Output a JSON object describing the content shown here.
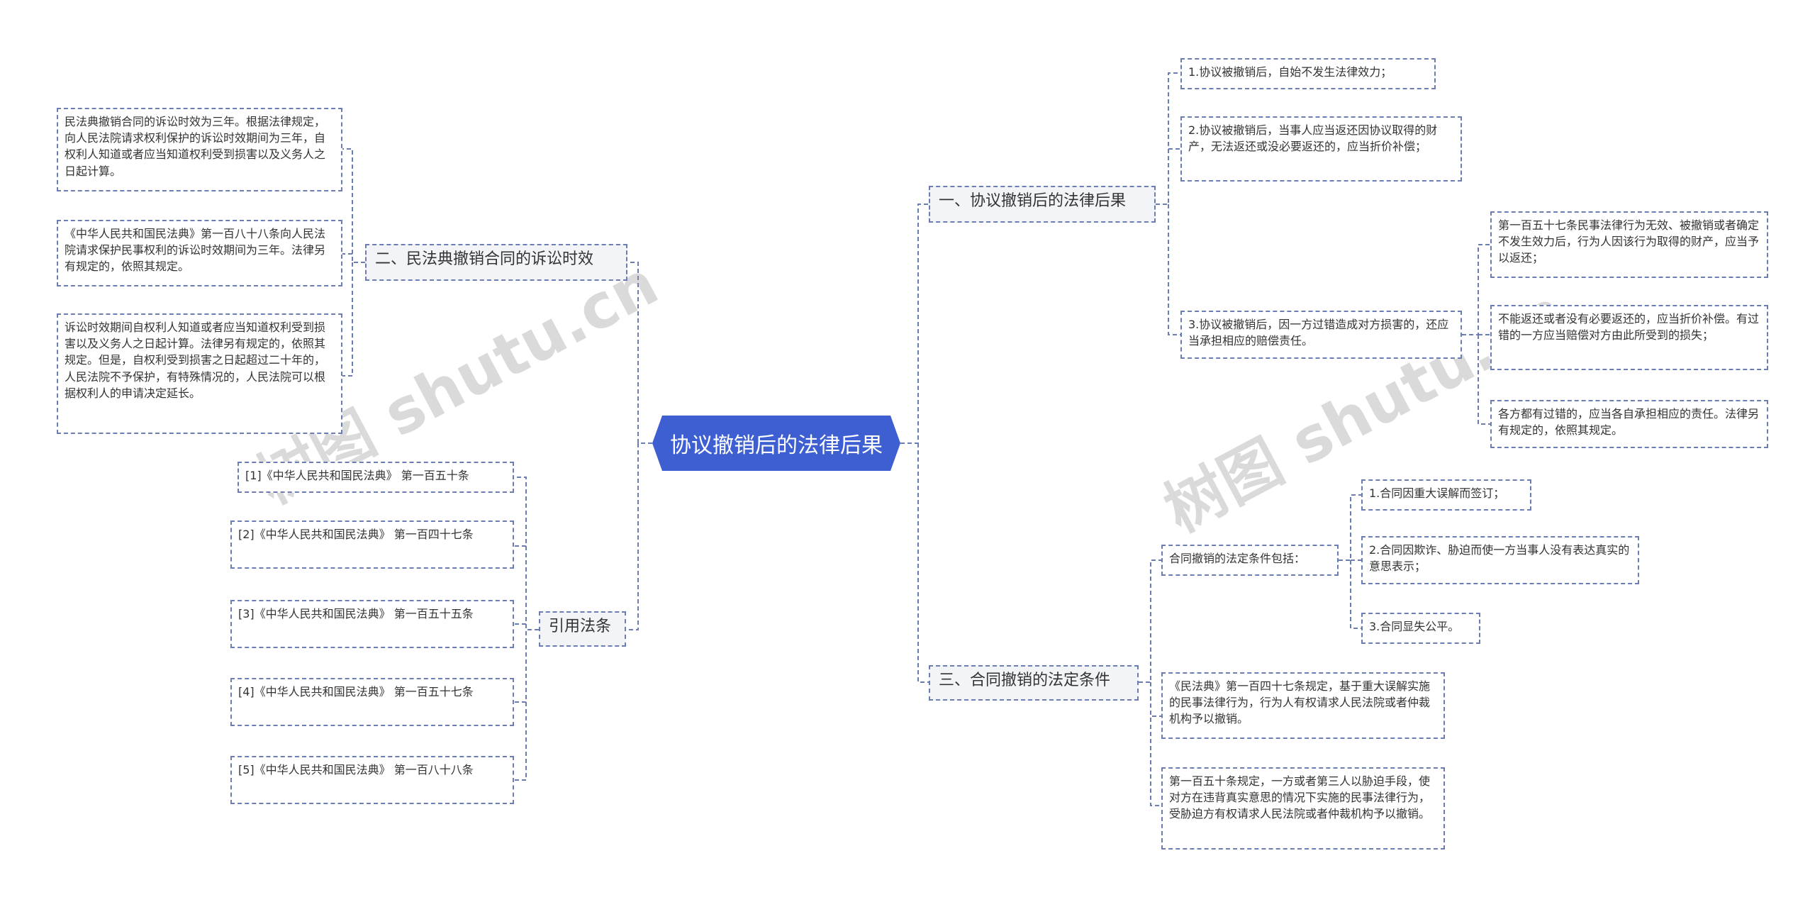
{
  "root": {
    "title": "协议撤销后的法律后果"
  },
  "branches": {
    "b1": {
      "title": "一、协议撤销后的法律后果",
      "items": [
        "1.协议被撤销后，自始不发生法律效力；",
        "2.协议被撤销后，当事人应当返还因协议取得的财产，无法返还或没必要返还的，应当折价补偿；",
        "3.协议被撤销后，因一方过错造成对方损害的，还应当承担相应的赔偿责任。"
      ],
      "sub_items": [
        "第一百五十七条民事法律行为无效、被撤销或者确定不发生效力后，行为人因该行为取得的财产，应当予以返还；",
        "不能返还或者没有必要返还的，应当折价补偿。有过错的一方应当赔偿对方由此所受到的损失；",
        "各方都有过错的，应当各自承担相应的责任。法律另有规定的，依照其规定。"
      ]
    },
    "b2": {
      "title": "二、民法典撤销合同的诉讼时效",
      "items": [
        "民法典撤销合同的诉讼时效为三年。根据法律规定，向人民法院请求权利保护的诉讼时效期间为三年，自权利人知道或者应当知道权利受到损害以及义务人之日起计算。",
        "《中华人民共和国民法典》第一百八十八条向人民法院请求保护民事权利的诉讼时效期间为三年。法律另有规定的，依照其规定。",
        "诉讼时效期间自权利人知道或者应当知道权利受到损害以及义务人之日起计算。法律另有规定的，依照其规定。但是，自权利受到损害之日起超过二十年的，人民法院不予保护，有特殊情况的，人民法院可以根据权利人的申请决定延长。"
      ]
    },
    "b3": {
      "title": "三、合同撤销的法定条件",
      "condition_title": "合同撤销的法定条件包括：",
      "conditions": [
        "1.合同因重大误解而签订；",
        "2.合同因欺诈、胁迫而使一方当事人没有表达真实的意思表示；",
        "3.合同显失公平。"
      ],
      "items": [
        "《民法典》第一百四十七条规定，基于重大误解实施的民事法律行为，行为人有权请求人民法院或者仲裁机构予以撤销。",
        "第一百五十条规定，一方或者第三人以胁迫手段，使对方在违背真实意思的情况下实施的民事法律行为，受胁迫方有权请求人民法院或者仲裁机构予以撤销。"
      ]
    },
    "b4": {
      "title": "引用法条",
      "items": [
        "[1]《中华人民共和国民法典》 第一百五十条",
        "[2]《中华人民共和国民法典》 第一百四十七条",
        "[3]《中华人民共和国民法典》 第一百五十五条",
        "[4]《中华人民共和国民法典》 第一百五十七条",
        "[5]《中华人民共和国民法典》 第一百八十八条"
      ]
    }
  },
  "watermark": {
    "text": "树图 shutu.cn"
  },
  "colors": {
    "root_bg": "#3d5fd1",
    "line": "#6b7db3",
    "branch_bg": "#f2f4f8"
  }
}
